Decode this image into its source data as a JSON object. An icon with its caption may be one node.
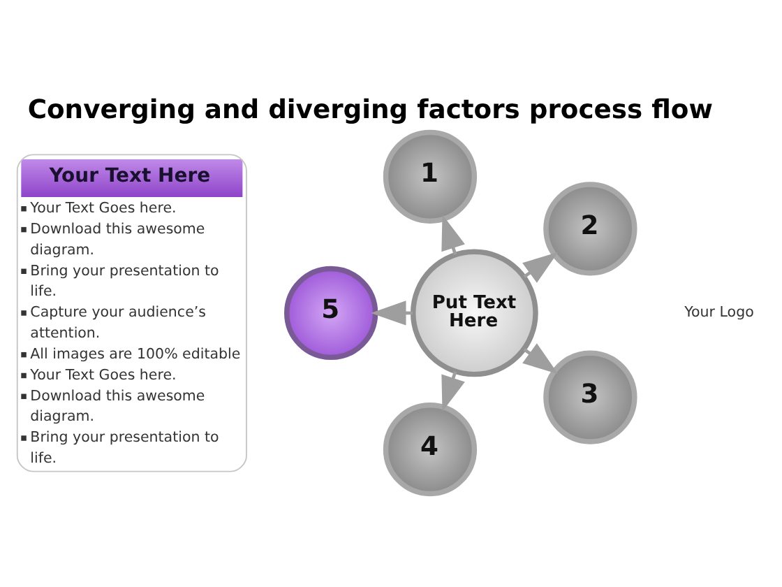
{
  "diagram": {
    "title": "Converging and diverging factors process flow",
    "nodes": [
      {
        "text": [
          "Your Text Here",
          "Your Text Goes here.",
          "Download this awesome diagram.",
          "Bring your presentation to life.",
          "Capture your audience’s attention.",
          "All images are 100% editable",
          "Your Text Goes here.",
          "Download this awesome diagram.",
          "Bring your presentation to life."
        ]
      },
      {
        "text": [
          "Put Text Here"
        ]
      },
      {
        "text": [
          "1"
        ]
      },
      {
        "text": [
          "2"
        ]
      },
      {
        "text": [
          "3"
        ]
      },
      {
        "text": [
          "4"
        ]
      },
      {
        "text": [
          "5"
        ]
      }
    ],
    "edges": [
      {
        "from": 1,
        "to": 2,
        "arrow": "to"
      },
      {
        "from": 1,
        "to": 3,
        "arrow": "to"
      },
      {
        "from": 1,
        "to": 4,
        "arrow": "to"
      },
      {
        "from": 1,
        "to": 5,
        "arrow": "to"
      },
      {
        "from": 1,
        "to": 6,
        "arrow": "to"
      }
    ],
    "labels": [
      "Your Logo"
    ]
  }
}
